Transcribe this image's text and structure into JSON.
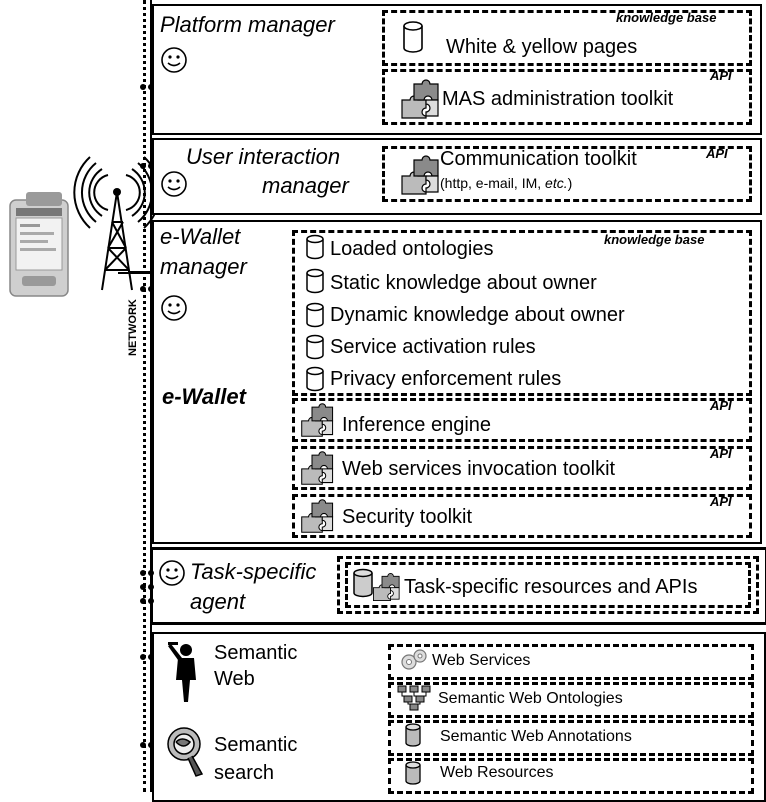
{
  "network": {
    "label": "NETWORK"
  },
  "platform": {
    "title": "Platform manager",
    "kb_tag": "knowledge base",
    "kb_item": "White & yellow pages",
    "api_tag": "API",
    "api_item": "MAS administration toolkit"
  },
  "user_interaction": {
    "title_line1": "User interaction",
    "title_line2": "manager",
    "api_tag": "API",
    "api_item": "Communication toolkit",
    "api_item_sub_a": "(http, e-mail, IM, ",
    "api_item_sub_b": "etc.",
    "api_item_sub_c": ")"
  },
  "ewallet": {
    "title_line1": "e-Wallet",
    "title_line2": "manager",
    "brand": "e-Wallet",
    "kb_tag": "knowledge base",
    "kb_items": [
      "Loaded ontologies",
      "Static knowledge about owner",
      "Dynamic knowledge about owner",
      "Service activation rules",
      "Privacy enforcement rules"
    ],
    "api_tag": "API",
    "toolkits": [
      "Inference engine",
      "Web services invocation toolkit",
      "Security toolkit"
    ]
  },
  "task": {
    "title_line1": "Task-specific",
    "title_line2": "agent",
    "item": "Task-specific resources and APIs"
  },
  "semantic": {
    "web_line1": "Semantic",
    "web_line2": "Web",
    "search_line1": "Semantic",
    "search_line2": "search",
    "items": [
      "Web Services",
      "Semantic Web Ontologies",
      "Semantic Web Annotations",
      "Web Resources"
    ]
  }
}
